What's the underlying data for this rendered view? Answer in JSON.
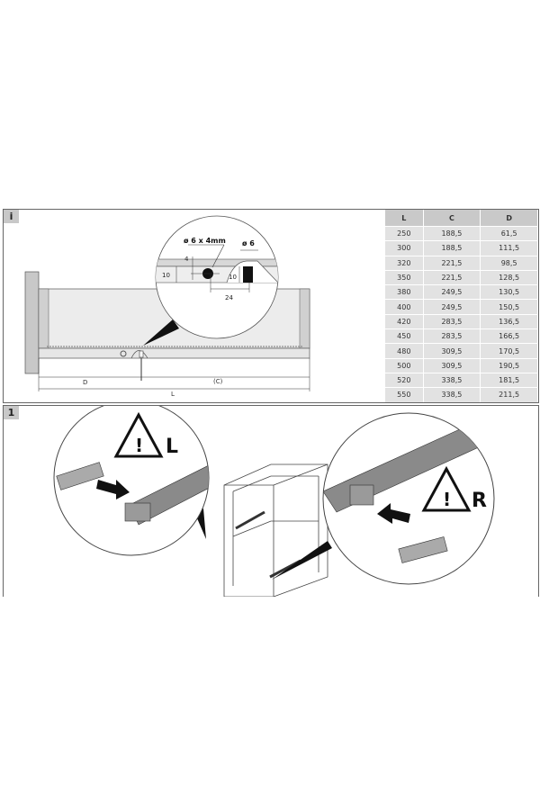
{
  "section_info": {
    "badge": "i",
    "detail": {
      "hole_label": "ø 6 x 4mm",
      "pin_label": "ø 6",
      "dim_4": "4",
      "dim_10a": "10",
      "dim_10b": "10",
      "dim_24": "24"
    },
    "dimensions": {
      "d": "D",
      "c": "(C)",
      "l": "L"
    },
    "table": {
      "headers": [
        "L",
        "C",
        "D"
      ],
      "rows": [
        [
          "250",
          "188,5",
          "61,5"
        ],
        [
          "300",
          "188,5",
          "111,5"
        ],
        [
          "320",
          "221,5",
          "98,5"
        ],
        [
          "350",
          "221,5",
          "128,5"
        ],
        [
          "380",
          "249,5",
          "130,5"
        ],
        [
          "400",
          "249,5",
          "150,5"
        ],
        [
          "420",
          "283,5",
          "136,5"
        ],
        [
          "450",
          "283,5",
          "166,5"
        ],
        [
          "480",
          "309,5",
          "170,5"
        ],
        [
          "500",
          "309,5",
          "190,5"
        ],
        [
          "520",
          "338,5",
          "181,5"
        ],
        [
          "550",
          "338,5",
          "211,5"
        ]
      ]
    }
  },
  "section_step1": {
    "badge": "1",
    "left_warning": {
      "icon": "warning-icon",
      "label": "L"
    },
    "right_warning": {
      "icon": "warning-icon",
      "label": "R"
    }
  }
}
